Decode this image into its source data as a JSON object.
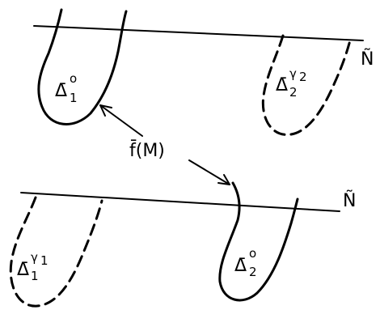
{
  "top_panel": {
    "manifold_label": "Ñ",
    "solid_cell": {
      "base": "Δ̄",
      "superscript": "o",
      "subscript": "1"
    },
    "dashed_cell": {
      "base": "Δ̄",
      "superscript": "γ",
      "superscript_index": "2",
      "subscript": "2"
    }
  },
  "bottom_panel": {
    "manifold_label": "Ñ",
    "dashed_cell": {
      "base": "Δ̄",
      "superscript": "γ",
      "superscript_index": "1",
      "subscript": "1"
    },
    "solid_cell": {
      "base": "Δ̄",
      "superscript": "o",
      "subscript": "2"
    }
  },
  "map_label": "f̄(M)"
}
